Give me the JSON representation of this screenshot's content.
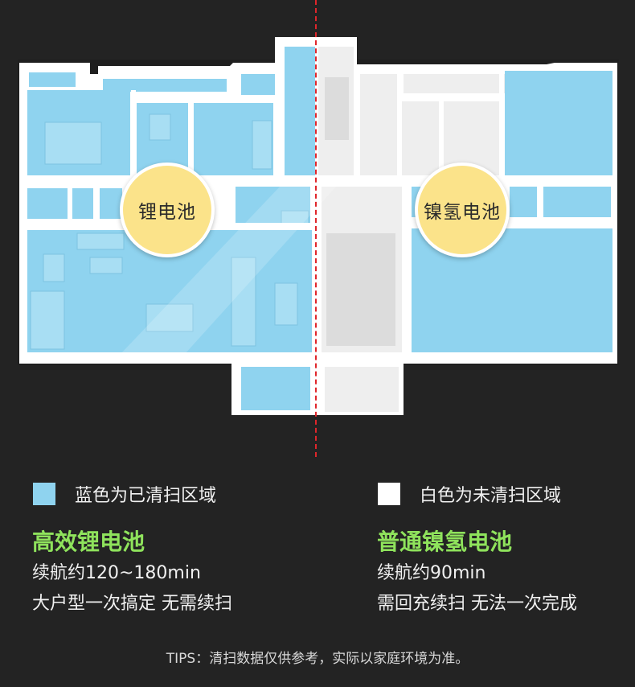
{
  "floorplan": {
    "left_badge": "锂电池",
    "right_badge": "镍氢电池",
    "colors": {
      "cleaned": "#8fd3ef",
      "uncleaned": "#f2f2f2",
      "wall": "#ffffff",
      "divider": "#e0262b",
      "badge": "#fbe38a"
    }
  },
  "legend": {
    "cleaned_label": "蓝色为已清扫区域",
    "uncleaned_label": "白色为未清扫区域"
  },
  "lithium": {
    "title": "高效锂电池",
    "runtime": "续航约120~180min",
    "desc": "大户型一次搞定 无需续扫"
  },
  "nimh": {
    "title": "普通镍氢电池",
    "runtime": "续航约90min",
    "desc": "需回充续扫 无法一次完成"
  },
  "tips": "TIPS：清扫数据仅供参考，实际以家庭环境为准。",
  "accent": "#8fe35c"
}
